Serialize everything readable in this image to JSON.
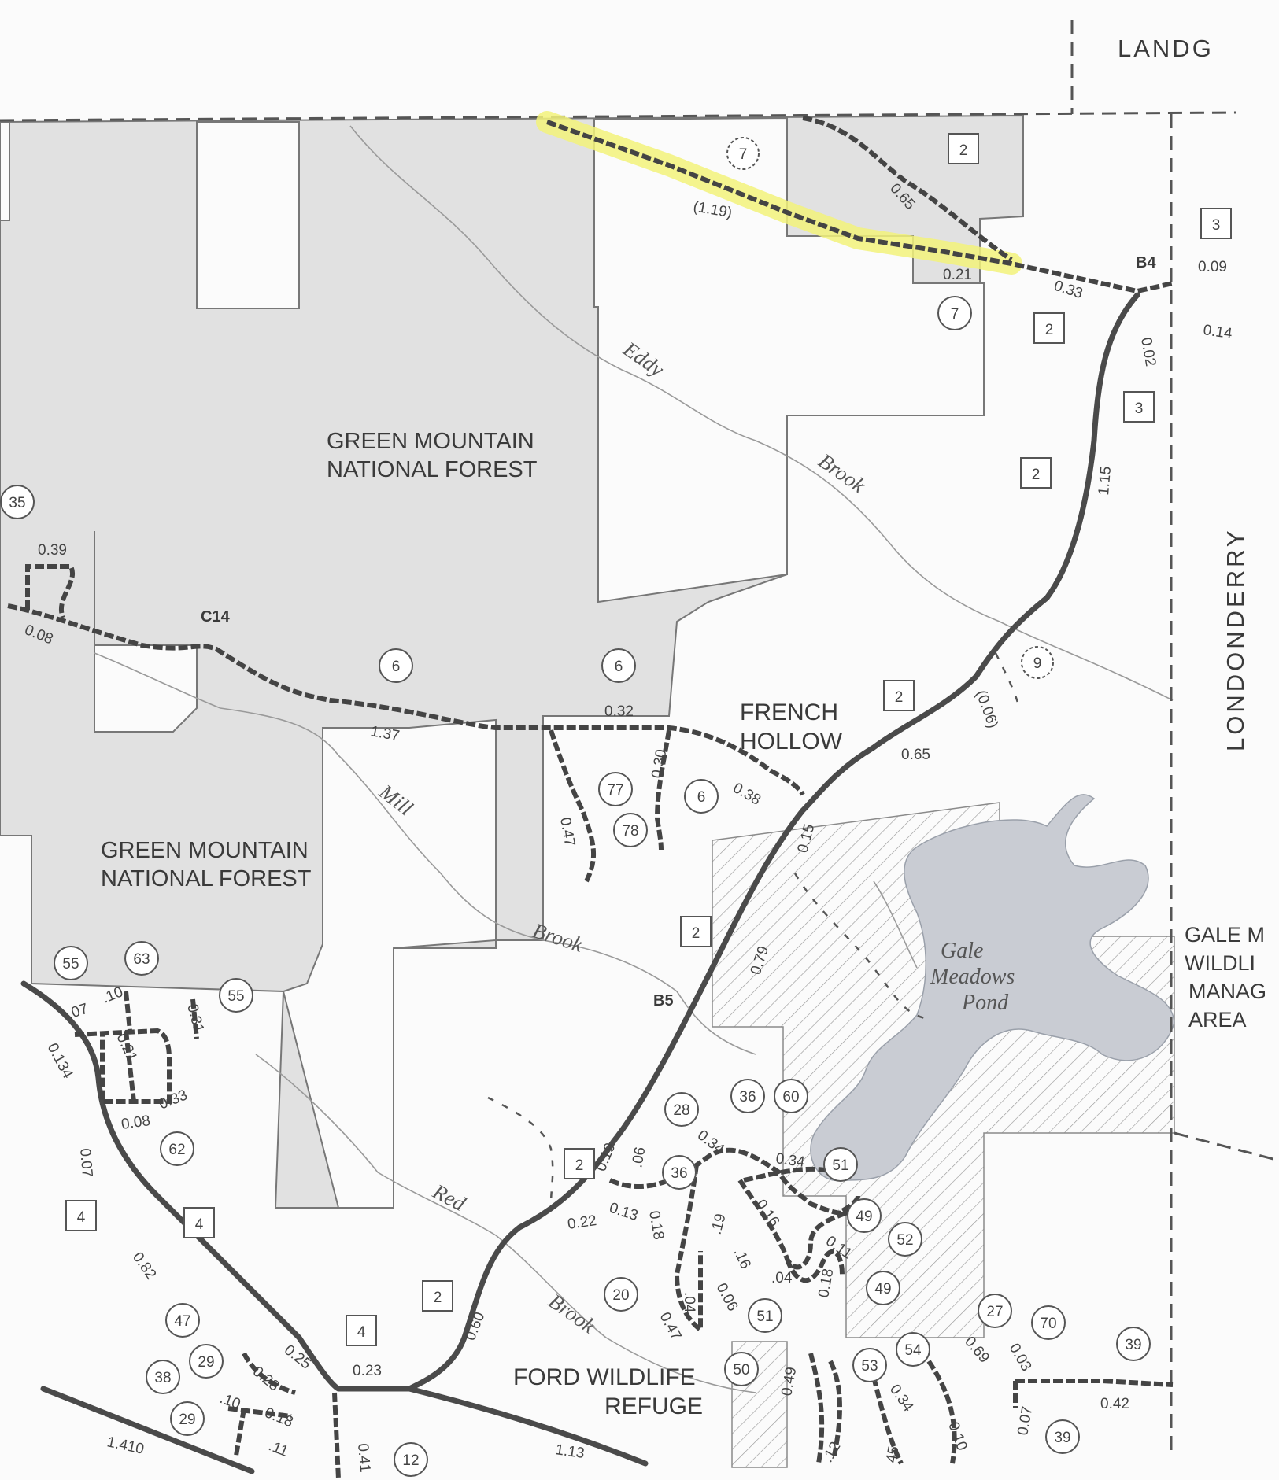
{
  "map": {
    "town_labels": {
      "landgrove": "LANDG",
      "londonderry": "LONDONDERRY"
    },
    "area_labels": {
      "gmnf_north_1": "GREEN MOUNTAIN",
      "gmnf_north_2": "NATIONAL FOREST",
      "gmnf_south_1": "GREEN MOUNTAIN",
      "gmnf_south_2": "NATIONAL FOREST",
      "french_1": "FRENCH",
      "french_2": "HOLLOW",
      "ford_1": "FORD WILDLIFE",
      "ford_2": "REFUGE",
      "gale_1": "GALE M",
      "gale_2": "WILDLI",
      "gale_3": "MANAG",
      "gale_4": "AREA"
    },
    "water_labels": {
      "eddy": "Eddy",
      "brook1": "Brook",
      "mill": "Mill",
      "brook2": "Brook",
      "red": "Red",
      "brook3": "Brook",
      "pond_1": "Gale",
      "pond_2": "Meadows",
      "pond_3": "Pond"
    },
    "junctions": {
      "b4": "B4",
      "b5": "B5",
      "c14": "C14"
    },
    "road_circles": {
      "r35": "35",
      "r7top": "7",
      "r7": "7",
      "r6a": "6",
      "r6b": "6",
      "r6c": "6",
      "r9": "9",
      "r77": "77",
      "r78": "78",
      "r55a": "55",
      "r63": "63",
      "r55b": "55",
      "r62": "62",
      "r28": "28",
      "r36a": "36",
      "r60": "60",
      "r36b": "36",
      "r51a": "51",
      "r49a": "49",
      "r52": "52",
      "r49b": "49",
      "r20": "20",
      "r51b": "51",
      "r27": "27",
      "r70": "70",
      "r39a": "39",
      "r54": "54",
      "r53": "53",
      "r50": "50",
      "r47": "47",
      "r29a": "29",
      "r38": "38",
      "r29b": "29",
      "r12": "12",
      "r39b": "39"
    },
    "road_squares": {
      "s2a": "2",
      "s3a": "3",
      "s2b": "2",
      "s3b": "3",
      "s2c": "2",
      "s2d": "2",
      "s2e": "2",
      "s2f": "2",
      "s2g": "2",
      "s4a": "4",
      "s4b": "4",
      "s4c": "4"
    },
    "mileages": {
      "m119": "(1.19)",
      "m065a": "0.65",
      "m021": "0.21",
      "m033a": "0.33",
      "m009": "0.09",
      "m014": "0.14",
      "m002": "0.02",
      "m115": "1.15",
      "m039": "0.39",
      "m008a": "0.08",
      "m137": "1.37",
      "m032": "0.32",
      "m030": "0.30",
      "m038": "0.38",
      "m047a": "0.47",
      "m006p": "(0.06)",
      "m065b": "0.65",
      "m015": "0.15",
      "m079": "0.79",
      "m07": ".07",
      "m10a": ".10",
      "m031": "0.31",
      "m021b": "0.21",
      "m0134": "0.134",
      "m008b": "0.08",
      "m033b": "0.33",
      "m007": "0.07",
      "m082": "0.82",
      "m034a": "0.34",
      "m034b": "0.34",
      "m019": "0.19",
      "m06a": ".06",
      "m013": "0.13",
      "m022": "0.22",
      "m018a": "0.18",
      "m16a": "0.16",
      "m011": "0.11",
      "m19": ".19",
      "m16b": ".16",
      "m04": ".04",
      "m018b": "0.18",
      "m04b": ".04",
      "m06b": "0.06",
      "m047b": "0.47",
      "m060": "0.60",
      "m025": "0.25",
      "m028": "0.28",
      "m023": "0.23",
      "m10b": ".10",
      "m018c": "0.18",
      "m11": ".11",
      "m1410": "1.410",
      "m041": "0.41",
      "m113": "1.13",
      "m049": "0.49",
      "m034c": "0.34",
      "m069": "0.69",
      "m003": "0.03",
      "m042": "0.42",
      "m007b": "0.07",
      "m12": ".12",
      "m45": "45",
      "m010": "0.10"
    },
    "colors": {
      "forest": "#e1e1e1",
      "water": "#c9ccd3",
      "highlight": "#f2f27a",
      "road": "#4a4a4a"
    }
  }
}
